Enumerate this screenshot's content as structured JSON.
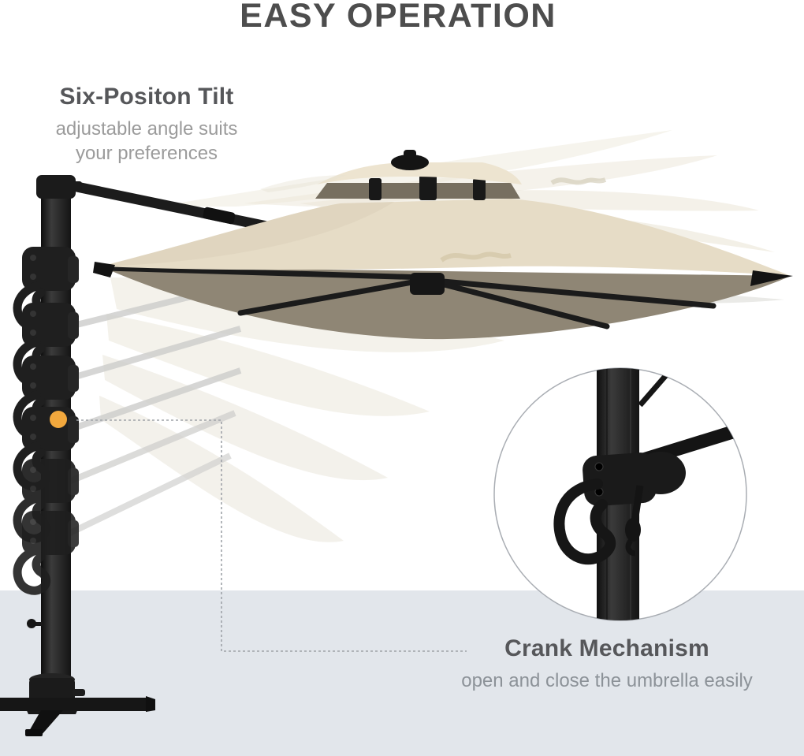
{
  "title": "EASY OPERATION",
  "features": {
    "tilt": {
      "heading": "Six-Positon Tilt",
      "line1": "adjustable angle suits",
      "line2": "your preferences"
    },
    "crank": {
      "heading": "Crank Mechanism",
      "body": "open and close the umbrella  easily"
    }
  },
  "illustration": {
    "subject": "cantilever-offset-patio-umbrella",
    "tilt_positions_shown": 6,
    "selected_position_marker": "orange-dot",
    "callout": "crank-mechanism-closeup"
  },
  "colors": {
    "accent_orange": "#F2A83D",
    "canopy_beige": "#E6DCC6",
    "canopy_underside": "#8F8675",
    "frame_black": "#1C1C1C",
    "band_gray": "#E2E6EB",
    "title_gray": "#4D4D4D",
    "heading_gray": "#56575A",
    "body_gray": "#9B9B9B",
    "callout_border": "#A9ADB3"
  }
}
